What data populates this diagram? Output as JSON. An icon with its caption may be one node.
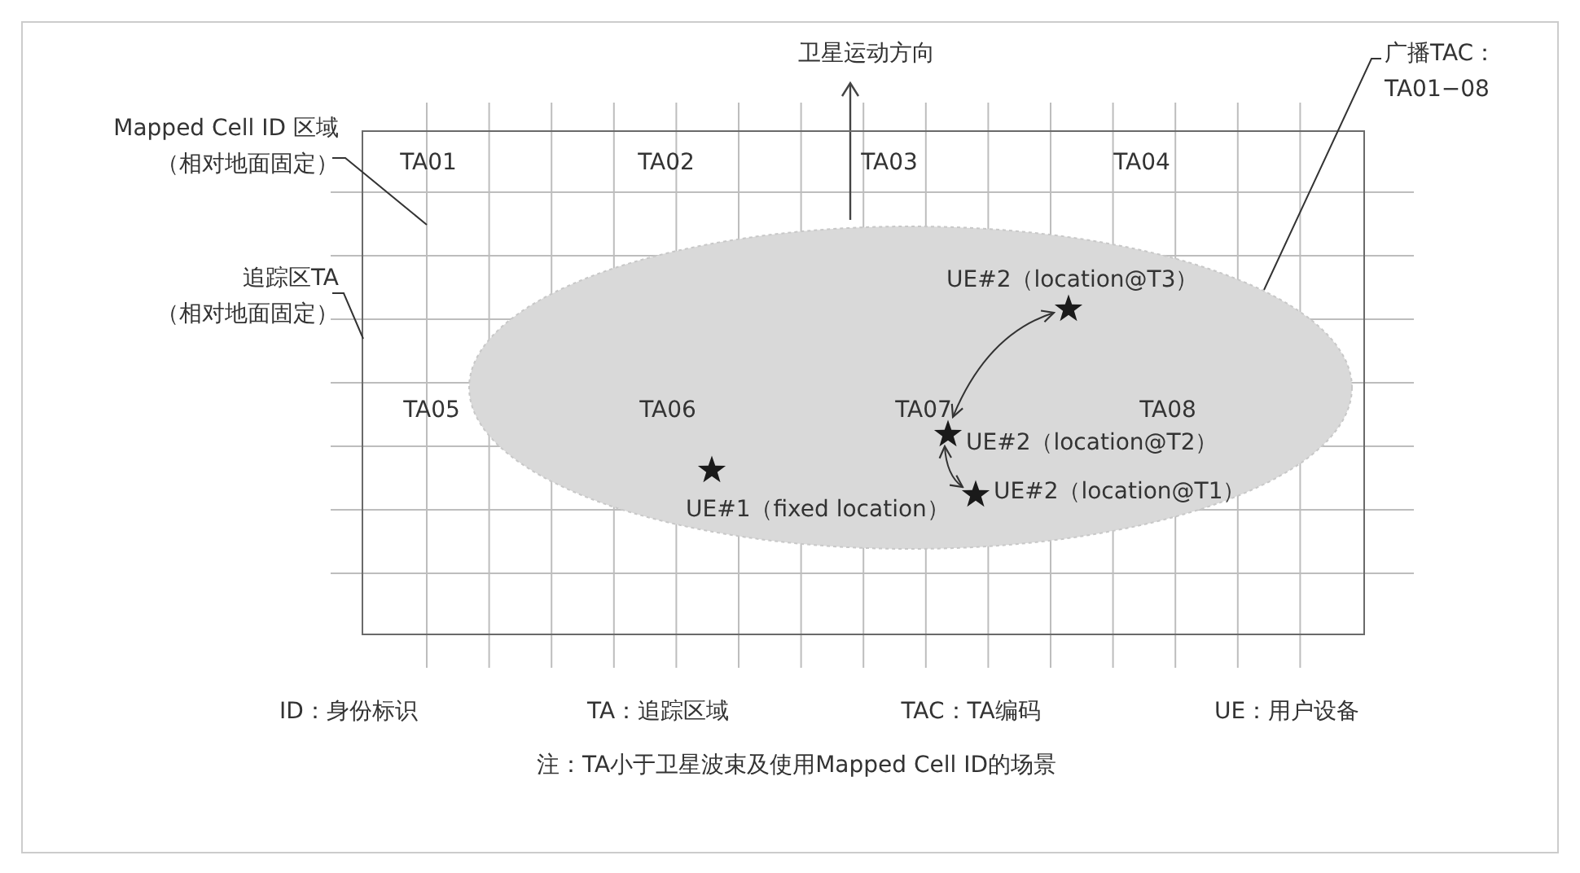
{
  "diagram": {
    "nodes": [
      {
        "text": [
          "Mapped Cell ID 区域",
          "（相对地面固定）"
        ]
      },
      {
        "text": [
          "追踪区TA",
          "（相对地面固定）"
        ]
      },
      {
        "text": [
          "广播TAC：",
          "TA01−08"
        ]
      },
      {
        "text": [],
        "shape": "box"
      },
      {
        "text": [],
        "shape": "ellipse",
        "in": 3
      },
      {
        "text": [],
        "shape": "star",
        "in": 4,
        "beside": [
          "UE#1（fixed location）"
        ]
      },
      {
        "text": [],
        "shape": "star",
        "in": 4,
        "beside": [
          "UE#2（location@T3）"
        ]
      },
      {
        "text": [],
        "shape": "star",
        "in": 4,
        "beside": [
          "UE#2（location@T2）"
        ]
      },
      {
        "text": [],
        "shape": "star",
        "in": 4,
        "beside": [
          "UE#2（location@T1）"
        ]
      }
    ],
    "edges": [
      {
        "from": 0,
        "to": null,
        "arrow": "none"
      },
      {
        "from": 1,
        "to": 3,
        "arrow": "none"
      },
      {
        "from": 2,
        "to": 4,
        "arrow": "none"
      },
      {
        "from": 6,
        "to": 7,
        "arrow": "both"
      },
      {
        "from": 7,
        "to": 8,
        "arrow": "both"
      }
    ],
    "labels": [
      "卫星运动方向",
      "TA01",
      "TA02",
      "TA03",
      "TA04",
      "TA05",
      "TA06",
      "TA07",
      "TA08",
      "ID：身份标识",
      "TA：追踪区域",
      "TAC：TA编码",
      "UE：用户设备",
      "注：TA小于卫星波束及使用Mapped Cell ID的场景"
    ]
  }
}
